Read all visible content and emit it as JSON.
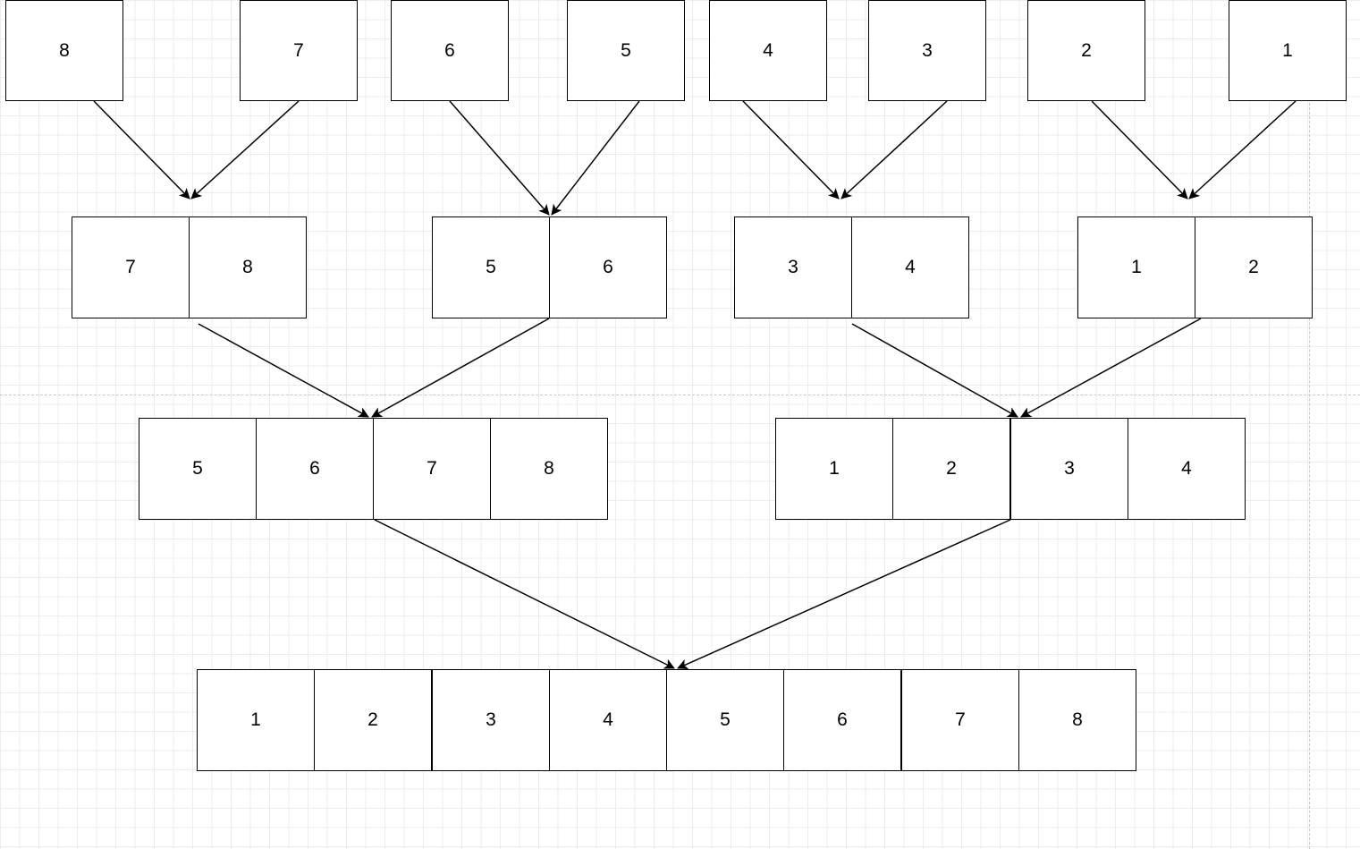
{
  "row1": [
    "8",
    "7",
    "6",
    "5",
    "4",
    "3",
    "2",
    "1"
  ],
  "row2": [
    [
      "7",
      "8"
    ],
    [
      "5",
      "6"
    ],
    [
      "3",
      "4"
    ],
    [
      "1",
      "2"
    ]
  ],
  "row3": [
    [
      "5",
      "6",
      "7",
      "8"
    ],
    [
      "1",
      "2",
      "3",
      "4"
    ]
  ],
  "row4": [
    "1",
    "2",
    "3",
    "4",
    "5",
    "6",
    "7",
    "8"
  ],
  "colors": {
    "stroke": "#000000",
    "fill": "#ffffff",
    "grid": "#ececec"
  }
}
